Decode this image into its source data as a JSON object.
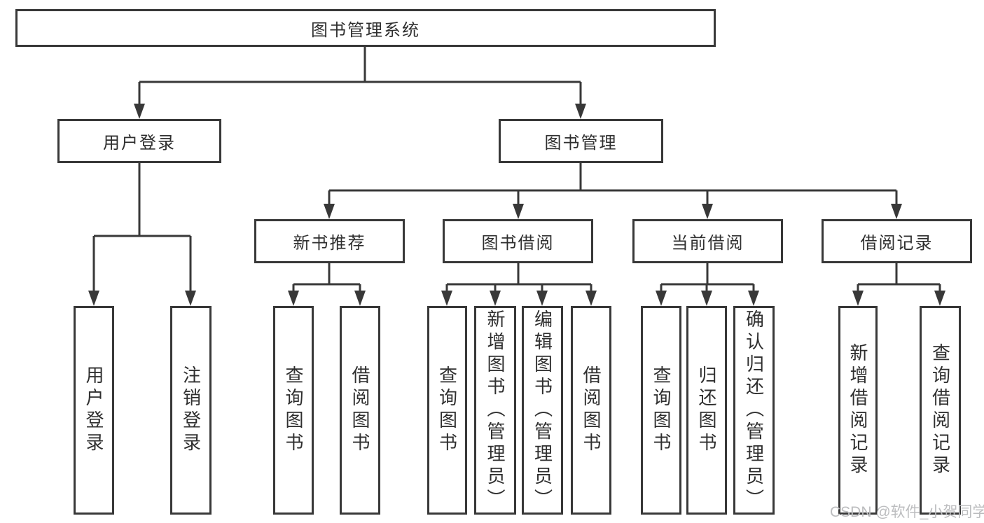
{
  "diagram": {
    "title": "图书管理系统",
    "branches": [
      {
        "label": "用户登录",
        "children": [
          {
            "label": "用户登录"
          },
          {
            "label": "注销登录"
          }
        ]
      },
      {
        "label": "图书管理",
        "children": [
          {
            "label": "新书推荐",
            "children": [
              {
                "label": "查询图书"
              },
              {
                "label": "借阅图书"
              }
            ]
          },
          {
            "label": "图书借阅",
            "children": [
              {
                "label": "查询图书"
              },
              {
                "label": "新增图书（管理员）"
              },
              {
                "label": "编辑图书（管理员）"
              },
              {
                "label": "借阅图书"
              }
            ]
          },
          {
            "label": "当前借阅",
            "children": [
              {
                "label": "查询图书"
              },
              {
                "label": "归还图书"
              },
              {
                "label": "确认归还（管理员）"
              }
            ]
          },
          {
            "label": "借阅记录",
            "children": [
              {
                "label": "新增借阅记录"
              },
              {
                "label": "查询借阅记录"
              }
            ]
          }
        ]
      }
    ]
  },
  "watermark": "CSDN @软件_小贺同学",
  "colors": {
    "line": "#383838",
    "text": "#2f2f2f",
    "watermark": "#bcbdbf",
    "background": "#ffffff"
  }
}
